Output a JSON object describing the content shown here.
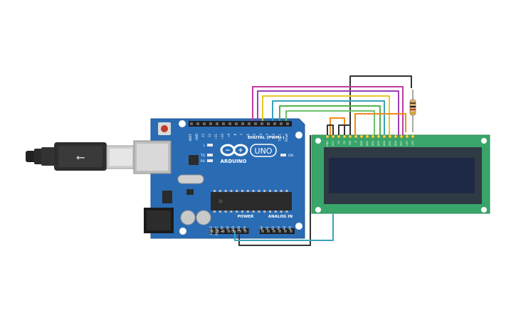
{
  "arduino": {
    "brand": "ARDUINO",
    "model": "UNO",
    "digital_label": "DIGITAL (PWM~)",
    "power_label": "POWER",
    "analog_label": "ANALOG IN",
    "led_l": "L",
    "led_tx": "TX",
    "led_rx": "RX",
    "led_on": "ON",
    "digital_pins": [
      "AREF",
      "GND",
      "13",
      "12",
      "~11",
      "~10",
      "~9",
      "8",
      "7",
      "~6",
      "~5",
      "4",
      "~3",
      "2",
      "TX►1",
      "RX◄0"
    ],
    "power_pins": [
      "IOREF",
      "RESET",
      "3.3V",
      "5V",
      "GND",
      "GND",
      "Vin"
    ],
    "analog_pins": [
      "A0",
      "A1",
      "A2",
      "A3",
      "A4",
      "A5"
    ]
  },
  "lcd": {
    "pins": [
      "GND",
      "VCC",
      "V0",
      "RS",
      "RW",
      "E",
      "DB0",
      "DB1",
      "DB2",
      "DB3",
      "DB4",
      "DB5",
      "DB6",
      "DB7",
      "LED",
      "LED"
    ]
  },
  "colors": {
    "board": "#2a6cb4",
    "lcd_board": "#3aa56a",
    "lcd_screen": "#1e2a45",
    "wire_magenta": "#c03aa0",
    "wire_purple": "#9b3fb4",
    "wire_yellow": "#e7c72b",
    "wire_teal": "#38a3bd",
    "wire_green": "#4cb34c",
    "wire_orange": "#f08a1c",
    "wire_black": "#333333"
  }
}
